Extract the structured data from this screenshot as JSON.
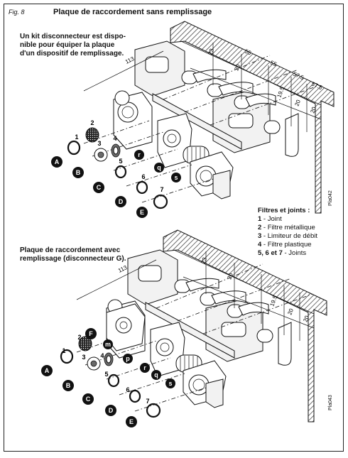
{
  "figure": {
    "label": "Fig. 8",
    "title": "Plaque de raccordement sans remplissage"
  },
  "notes": {
    "kit": "Un kit disconnecteur est dispo-\nnible pour équiper la plaque\nd'un dispositif de remplissage.",
    "with_filling": "Plaque de raccordement avec\nremplissage (disconnecteur G)."
  },
  "legend": {
    "title": "Filtres et joints :",
    "items": [
      {
        "key": "1",
        "text": " - Joint"
      },
      {
        "key": "2",
        "text": " - Filtre métallique"
      },
      {
        "key": "3",
        "text": " - Limiteur de débit"
      },
      {
        "key": "4",
        "text": " - Filtre plastique"
      },
      {
        "key": "5, 6 et 7",
        "text": " - Joints"
      }
    ]
  },
  "refs": {
    "top": "Pla042",
    "bottom": "Pla043"
  },
  "dimensions": {
    "overall": "113",
    "top_row": [
      "23",
      "55",
      "55",
      "57.5",
      "57.5"
    ],
    "side_row": [
      "20",
      "19.5",
      "20",
      "20"
    ]
  },
  "diagram_top": {
    "badges": [
      "A",
      "B",
      "C",
      "D",
      "E",
      "r",
      "q",
      "s"
    ],
    "numbers": [
      "1",
      "2",
      "3",
      "4",
      "5",
      "6",
      "7"
    ]
  },
  "diagram_bottom": {
    "badges": [
      "A",
      "B",
      "C",
      "D",
      "E",
      "F",
      "m",
      "p",
      "r",
      "q",
      "s"
    ],
    "numbers": [
      "1",
      "2",
      "3",
      "4",
      "5",
      "6",
      "7"
    ]
  }
}
